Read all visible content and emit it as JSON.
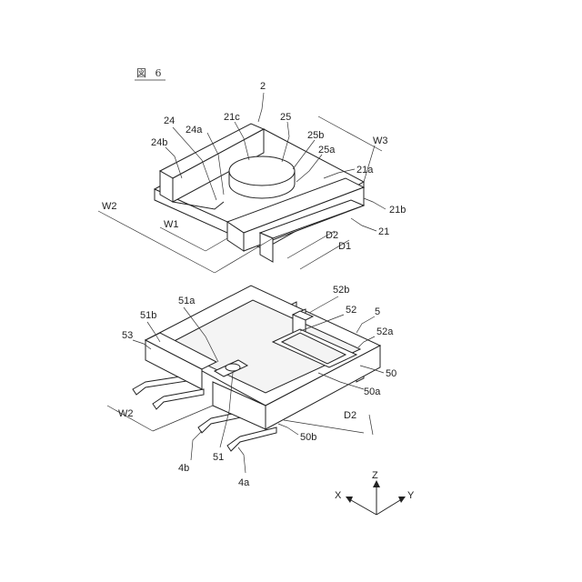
{
  "figure": {
    "title": "図 6"
  },
  "labels": {
    "l2": "2",
    "l21": "21",
    "l21a": "21a",
    "l21b": "21b",
    "l21c": "21c",
    "l24": "24",
    "l24a": "24a",
    "l24b": "24b",
    "l25": "25",
    "l25a": "25a",
    "l25b": "25b",
    "lW1": "W1",
    "lW2a": "W2",
    "lW3": "W3",
    "lD1": "D1",
    "lD2a": "D2",
    "l5": "5",
    "l50": "50",
    "l50a": "50a",
    "l50b": "50b",
    "l51": "51",
    "l51a": "51a",
    "l51b": "51b",
    "l52": "52",
    "l52a": "52a",
    "l52b": "52b",
    "l53": "53",
    "l4a": "4a",
    "l4b": "4b",
    "lW2b": "W2",
    "lD2b": "D2"
  },
  "axes": {
    "x": "X",
    "y": "Y",
    "z": "Z"
  }
}
